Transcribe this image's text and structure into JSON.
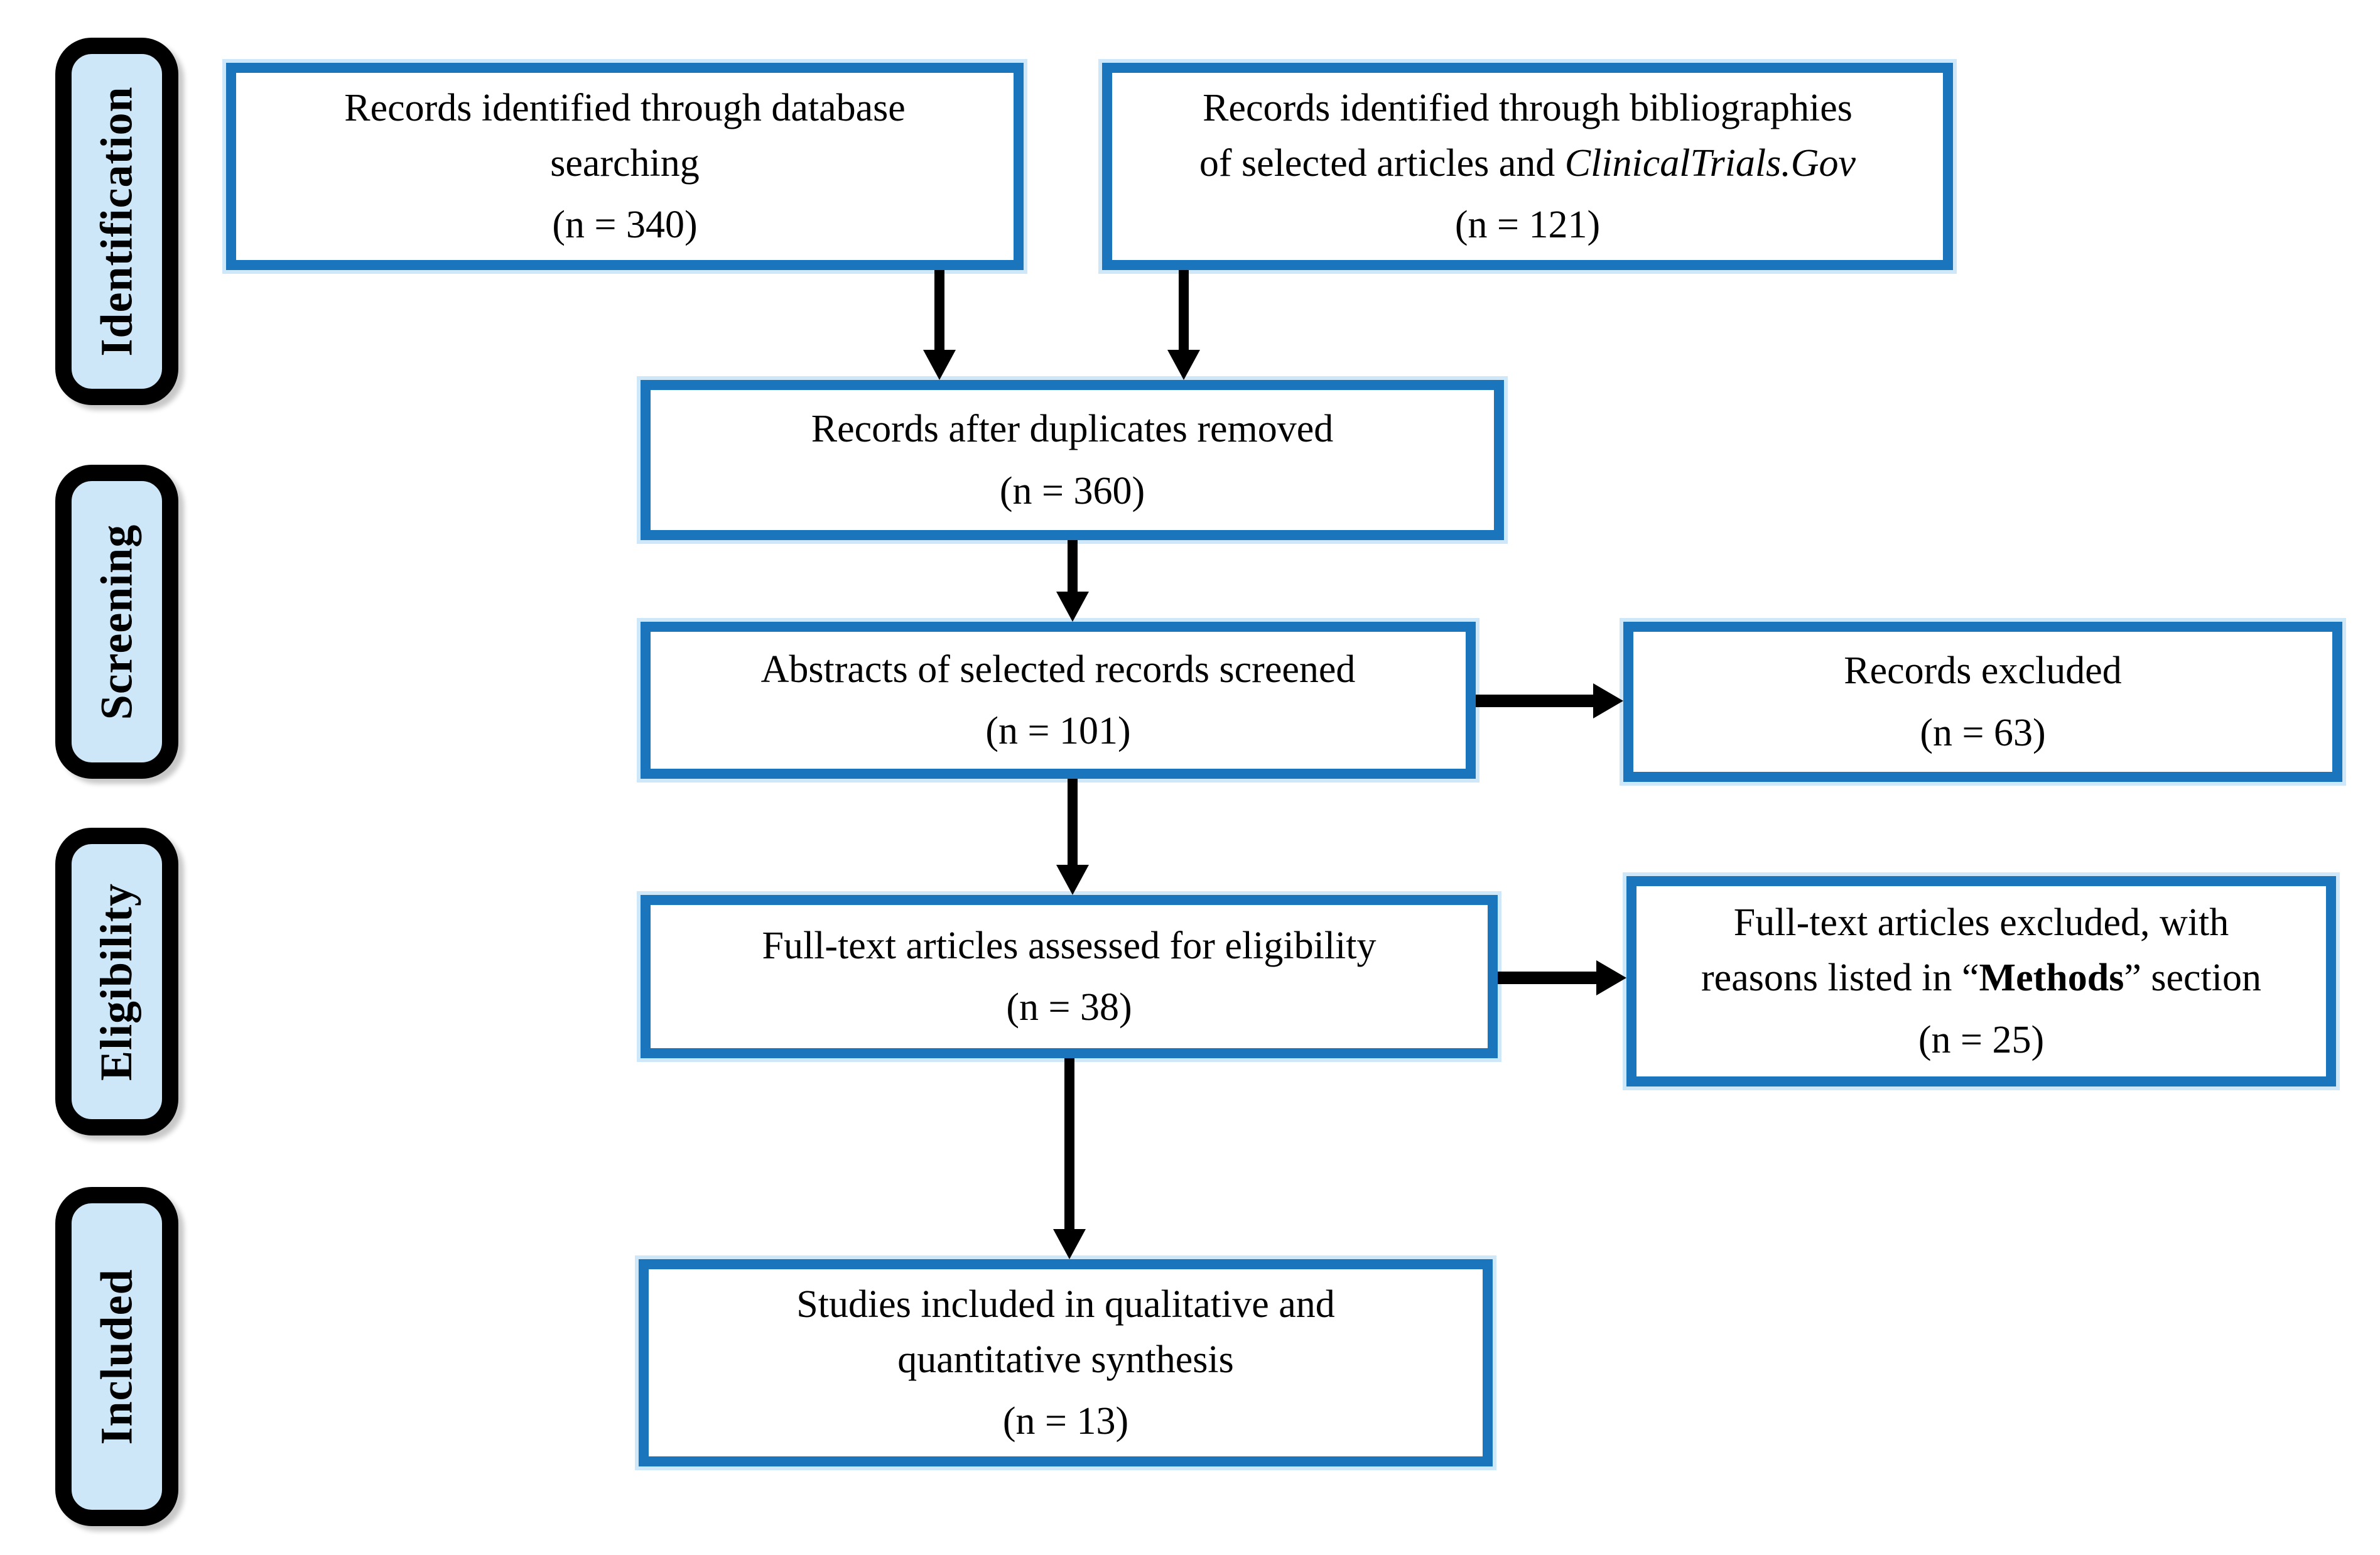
{
  "diagram_type": "PRISMA flow diagram",
  "colors": {
    "box_border": "#1b75bc",
    "stage_fill": "#cde7f9",
    "stage_border": "#000000",
    "arrow": "#000000",
    "text": "#000000",
    "background": "#ffffff"
  },
  "stages": [
    {
      "label": "Identification"
    },
    {
      "label": "Screening"
    },
    {
      "label": "Eligibility"
    },
    {
      "label": "Included"
    }
  ],
  "boxes": {
    "db_search": {
      "line1": "Records identified through database",
      "line2": "searching",
      "n": "(n = 340)"
    },
    "bibliographies": {
      "line1": "Records identified through bibliographies",
      "line2_normal": "of selected articles and ",
      "line2_italic": "ClinicalTrials.Gov",
      "n": "(n = 121)"
    },
    "duplicates_removed": {
      "line1": "Records after duplicates removed",
      "n": "(n = 360)"
    },
    "abstracts_screened": {
      "line1": "Abstracts of selected records screened",
      "n": "(n = 101)"
    },
    "records_excluded": {
      "line1": "Records excluded",
      "n": "(n = 63)"
    },
    "fulltext_assessed": {
      "line1": "Full-text articles assessed for eligibility",
      "n": "(n = 38)"
    },
    "fulltext_excluded": {
      "line1": "Full-text articles excluded, with",
      "line2_pre": "reasons listed in “",
      "line2_bold": "Methods",
      "line2_post": "” section",
      "n": "(n = 25)"
    },
    "studies_included": {
      "line1": "Studies included in qualitative and",
      "line2": "quantitative synthesis",
      "n": "(n = 13)"
    }
  },
  "edges": [
    {
      "from": "db_search",
      "to": "duplicates_removed"
    },
    {
      "from": "bibliographies",
      "to": "duplicates_removed"
    },
    {
      "from": "duplicates_removed",
      "to": "abstracts_screened"
    },
    {
      "from": "abstracts_screened",
      "to": "records_excluded"
    },
    {
      "from": "abstracts_screened",
      "to": "fulltext_assessed"
    },
    {
      "from": "fulltext_assessed",
      "to": "fulltext_excluded"
    },
    {
      "from": "fulltext_assessed",
      "to": "studies_included"
    }
  ]
}
